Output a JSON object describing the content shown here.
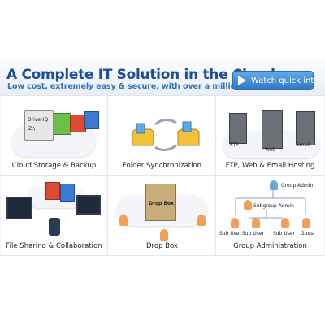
{
  "header": {
    "title": "A Complete IT Solution in the Cloud",
    "subtitle": "Low cost, extremely easy & secure, with over a million users!",
    "cta_label": "Watch quick intro"
  },
  "features": [
    {
      "label": "Cloud Storage & Backup",
      "icon": "cloud-storage-icon",
      "drive_label": "DriveHQ"
    },
    {
      "label": "Folder Synchronization",
      "icon": "sync-folders-icon"
    },
    {
      "label": "FTP, Web & Email Hosting",
      "icon": "servers-icon",
      "servers": [
        "FTP",
        "Web",
        "Email"
      ]
    },
    {
      "label": "File Sharing & Collaboration",
      "icon": "file-sharing-icon"
    },
    {
      "label": "Drop Box",
      "icon": "drop-box-icon",
      "box_label": "Drop Box"
    },
    {
      "label": "Group Administration",
      "icon": "org-chart-icon",
      "roles": {
        "top": "Group Admin",
        "mid": "Subgroup Admin",
        "bottom": [
          "Sub User",
          "Sub User",
          "Sub User",
          "Guest"
        ]
      }
    }
  ],
  "colors": {
    "title": "#1f4f95",
    "subtitle": "#2f74b5",
    "button": "#2f78c2"
  }
}
